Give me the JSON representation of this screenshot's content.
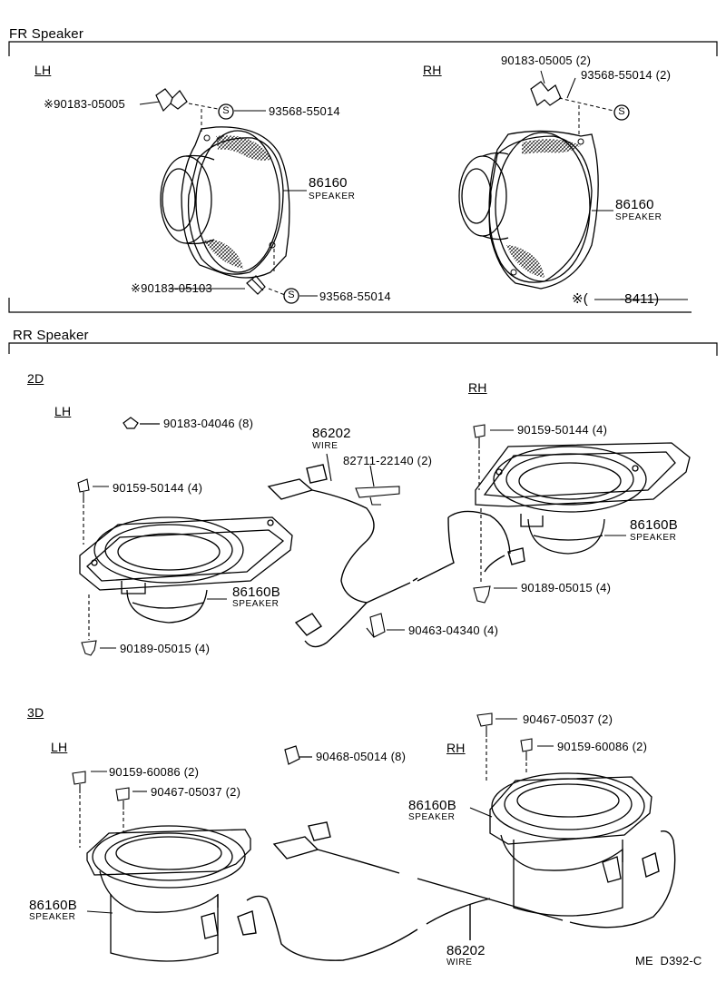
{
  "sections": {
    "fr_title": "FR Speaker",
    "rr_title": "RR Speaker",
    "fr_lh": "LH",
    "fr_rh": "RH",
    "rr_2d": "2D",
    "rr_2d_lh": "LH",
    "rr_2d_rh": "RH",
    "rr_3d": "3D",
    "rr_3d_lh": "LH",
    "rr_3d_rh": "RH"
  },
  "fr_lh": {
    "bracket_top": "※90183-05005",
    "nut_top": "93568-55014",
    "speaker_no": "86160",
    "speaker_name": "SPEAKER",
    "bracket_bottom": "※90183-05103",
    "nut_bottom": "93568-55014"
  },
  "fr_rh": {
    "bracket": "90183-05005 (2)",
    "nut": "93568-55014 (2)",
    "speaker_no": "86160",
    "speaker_name": "SPEAKER",
    "note": "※(        -8411)"
  },
  "rr_2d": {
    "clip_top": "90183-04046 (8)",
    "wire_no": "86202",
    "wire_name": "WIRE",
    "clamp": "82711-22140 (2)",
    "lh_screw": "90159-50144 (4)",
    "lh_speaker_no": "86160B",
    "lh_speaker_name": "SPEAKER",
    "lh_nut": "90189-05015 (4)",
    "rh_screw": "90159-50144 (4)",
    "rh_speaker_no": "86160B",
    "rh_speaker_name": "SPEAKER",
    "rh_nut": "90189-05015 (4)",
    "clip_bottom": "90463-04340 (4)"
  },
  "rr_3d": {
    "clip": "90468-05014 (8)",
    "lh_screw_a": "90159-60086 (2)",
    "lh_screw_b": "90467-05037 (2)",
    "lh_speaker_no": "86160B",
    "lh_speaker_name": "SPEAKER",
    "rh_screw_a": "90467-05037 (2)",
    "rh_screw_b": "90159-60086 (2)",
    "rh_speaker_no": "86160B",
    "rh_speaker_name": "SPEAKER",
    "wire_no": "86202",
    "wire_name": "WIRE"
  },
  "s_symbol": "S",
  "footer_code": "ME  D392-C"
}
